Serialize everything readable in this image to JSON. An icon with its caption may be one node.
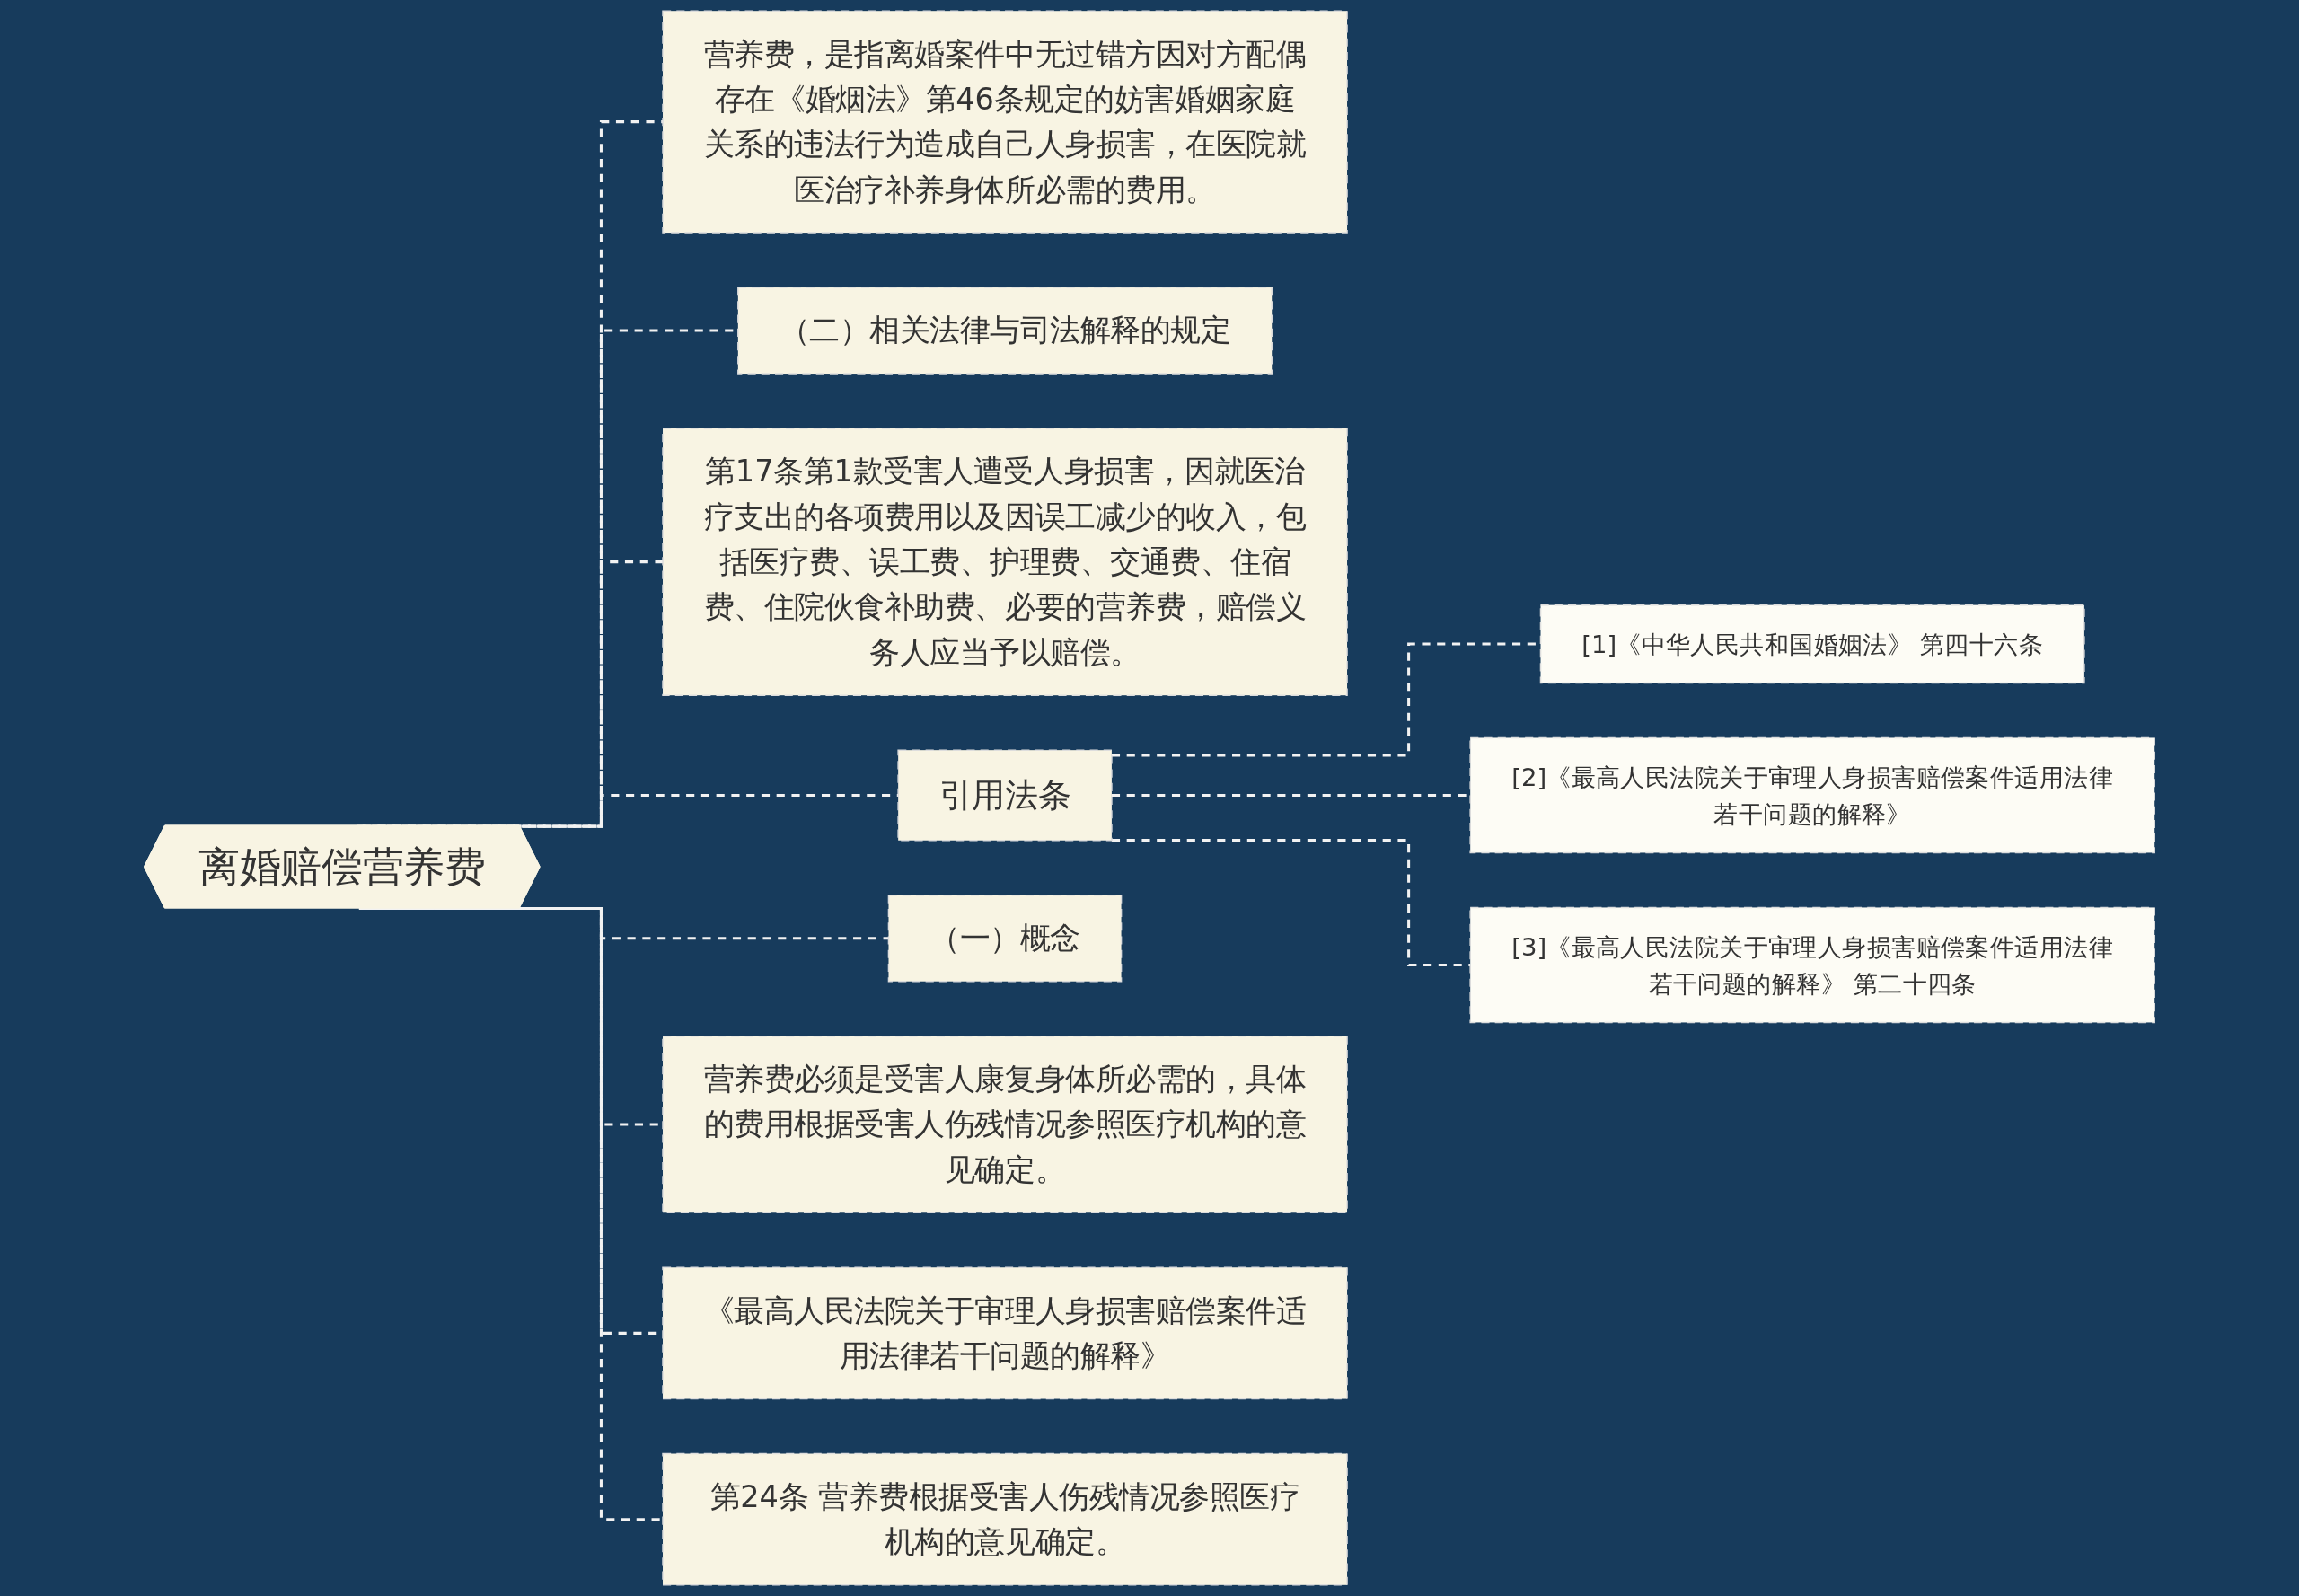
{
  "diagram": {
    "nodes": [
      {
        "text": [
          "离婚赔偿营养费"
        ]
      },
      {
        "text": [
          "营养费，是指离婚案件中无过错方因对方配偶存在《婚烟法》第46条规定的妨害婚姻家庭关系的违法行为造成自己人身损害，在医院就医治疗补养身体所必需的费用。"
        ]
      },
      {
        "text": [
          "（二）相关法律与司法解释的规定"
        ]
      },
      {
        "text": [
          "第17条第1款受害人遭受人身损害，因就医治疗支出的各项费用以及因误工减少的收入，包括医疗费、误工费、护理费、交通费、住宿费、住院伙食补助费、必要的营养费，赔偿义务人应当予以赔偿。"
        ]
      },
      {
        "text": [
          "引用法条"
        ]
      },
      {
        "text": [
          "[1]《中华人民共和国婚姻法》 第四十六条"
        ]
      },
      {
        "text": [
          "[2]《最高人民法院关于审理人身损害赔偿案件适用法律若干问题的解释》"
        ]
      },
      {
        "text": [
          "[3]《最高人民法院关于审理人身损害赔偿案件适用法律若干问题的解释》 第二十四条"
        ]
      },
      {
        "text": [
          "（一）概念"
        ]
      },
      {
        "text": [
          "营养费必须是受害人康复身体所必需的，具体的费用根据受害人伤残情况参照医疗机构的意见确定。"
        ]
      },
      {
        "text": [
          "《最高人民法院关于审理人身损害赔偿案件适用法律若干问题的解释》"
        ]
      },
      {
        "text": [
          "第24条 营养费根据受害人伤残情况参照医疗机构的意见确定。"
        ]
      }
    ],
    "edges": [
      {
        "from": 0,
        "to": 1,
        "arrow": "none",
        "style": "dashed"
      },
      {
        "from": 0,
        "to": 2,
        "arrow": "none",
        "style": "dashed"
      },
      {
        "from": 0,
        "to": 3,
        "arrow": "none",
        "style": "dashed"
      },
      {
        "from": 0,
        "to": 4,
        "arrow": "none",
        "style": "dashed"
      },
      {
        "from": 4,
        "to": 5,
        "arrow": "none",
        "style": "dashed"
      },
      {
        "from": 4,
        "to": 6,
        "arrow": "none",
        "style": "dashed"
      },
      {
        "from": 4,
        "to": 7,
        "arrow": "none",
        "style": "dashed"
      },
      {
        "from": 0,
        "to": 8,
        "arrow": "none",
        "style": "dashed"
      },
      {
        "from": 0,
        "to": 9,
        "arrow": "none",
        "style": "dashed"
      },
      {
        "from": 0,
        "to": 10,
        "arrow": "none",
        "style": "dashed"
      },
      {
        "from": 0,
        "to": 11,
        "arrow": "none",
        "style": "dashed"
      }
    ]
  }
}
